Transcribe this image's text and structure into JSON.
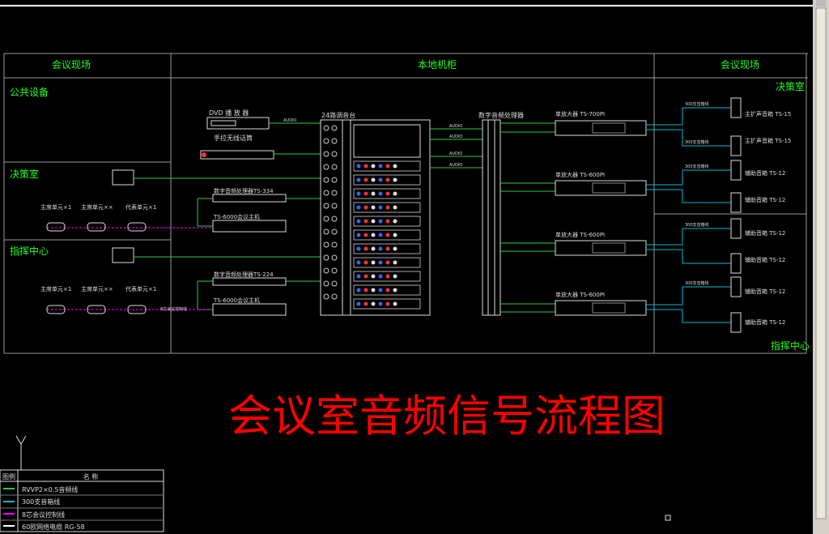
{
  "sections": {
    "left": "会议现场",
    "center": "本地机柜",
    "right": "会议现场"
  },
  "zones": {
    "public_equipment": "公共设备",
    "decision_room": "决策室",
    "command_center": "指挥中心",
    "decision_room_right": "决策室",
    "command_center_right": "指挥中心"
  },
  "devices": {
    "dvd": "DVD 播 放 器",
    "wireless_mic": "手拉无线话筒",
    "mixer": "24路调音台",
    "dsp": "数字音频处理器",
    "feedback1": "数字音频处理器TS-334",
    "feedback2": "数字音频处理器TS-224",
    "host1": "TS-6000会议主机",
    "host2": "TS-6000会议主机",
    "amp1": "单放大器 TS-700PI",
    "amp2": "单放大器 TS-600PI",
    "amp3": "单放大器 TS-600PI",
    "amp4": "单放大器 TS-600PI"
  },
  "units": {
    "chair": "主席单元×1",
    "rep_a": "主席单元××",
    "rep_b": "代表单元×1",
    "chair2": "主席单元×1",
    "rep_a2": "主席单元××",
    "rep_b2": "代表单元×1"
  },
  "speakers": {
    "s1": "主扩声音箱 TS-15",
    "s2": "主扩声音箱 TS-15",
    "s3": "辅助音箱 TS-12",
    "s4": "辅助音箱 TS-12",
    "s5": "辅助音箱 TS-12",
    "s6": "辅助音箱 TS-12",
    "s7": "辅助音箱 TS-12",
    "s8": "辅助音箱 TS-12"
  },
  "small": {
    "audio": "AUDIO",
    "speaker_line": "300支音箱线",
    "control_line": "8芯会议控制线"
  },
  "main_title": "会议室音频信号流程图",
  "legend": {
    "header_icon": "图例",
    "header_name": "名  称",
    "rows": [
      {
        "label": "RVVP2×0.5音频线",
        "color": "#2ecc40"
      },
      {
        "label": "300支音箱线",
        "color": "#00bcd4"
      },
      {
        "label": "8芯会议控制线",
        "color": "#ff00ff"
      },
      {
        "label": "60欧网络电缆 RG-58",
        "color": "#ffffff"
      }
    ]
  },
  "colors": {
    "audio": "#2ecc40",
    "speaker": "#00bcd4",
    "control": "#ff00ff",
    "label": "#22ff22",
    "title": "#ff0000",
    "frame": "#bbbbbb"
  }
}
